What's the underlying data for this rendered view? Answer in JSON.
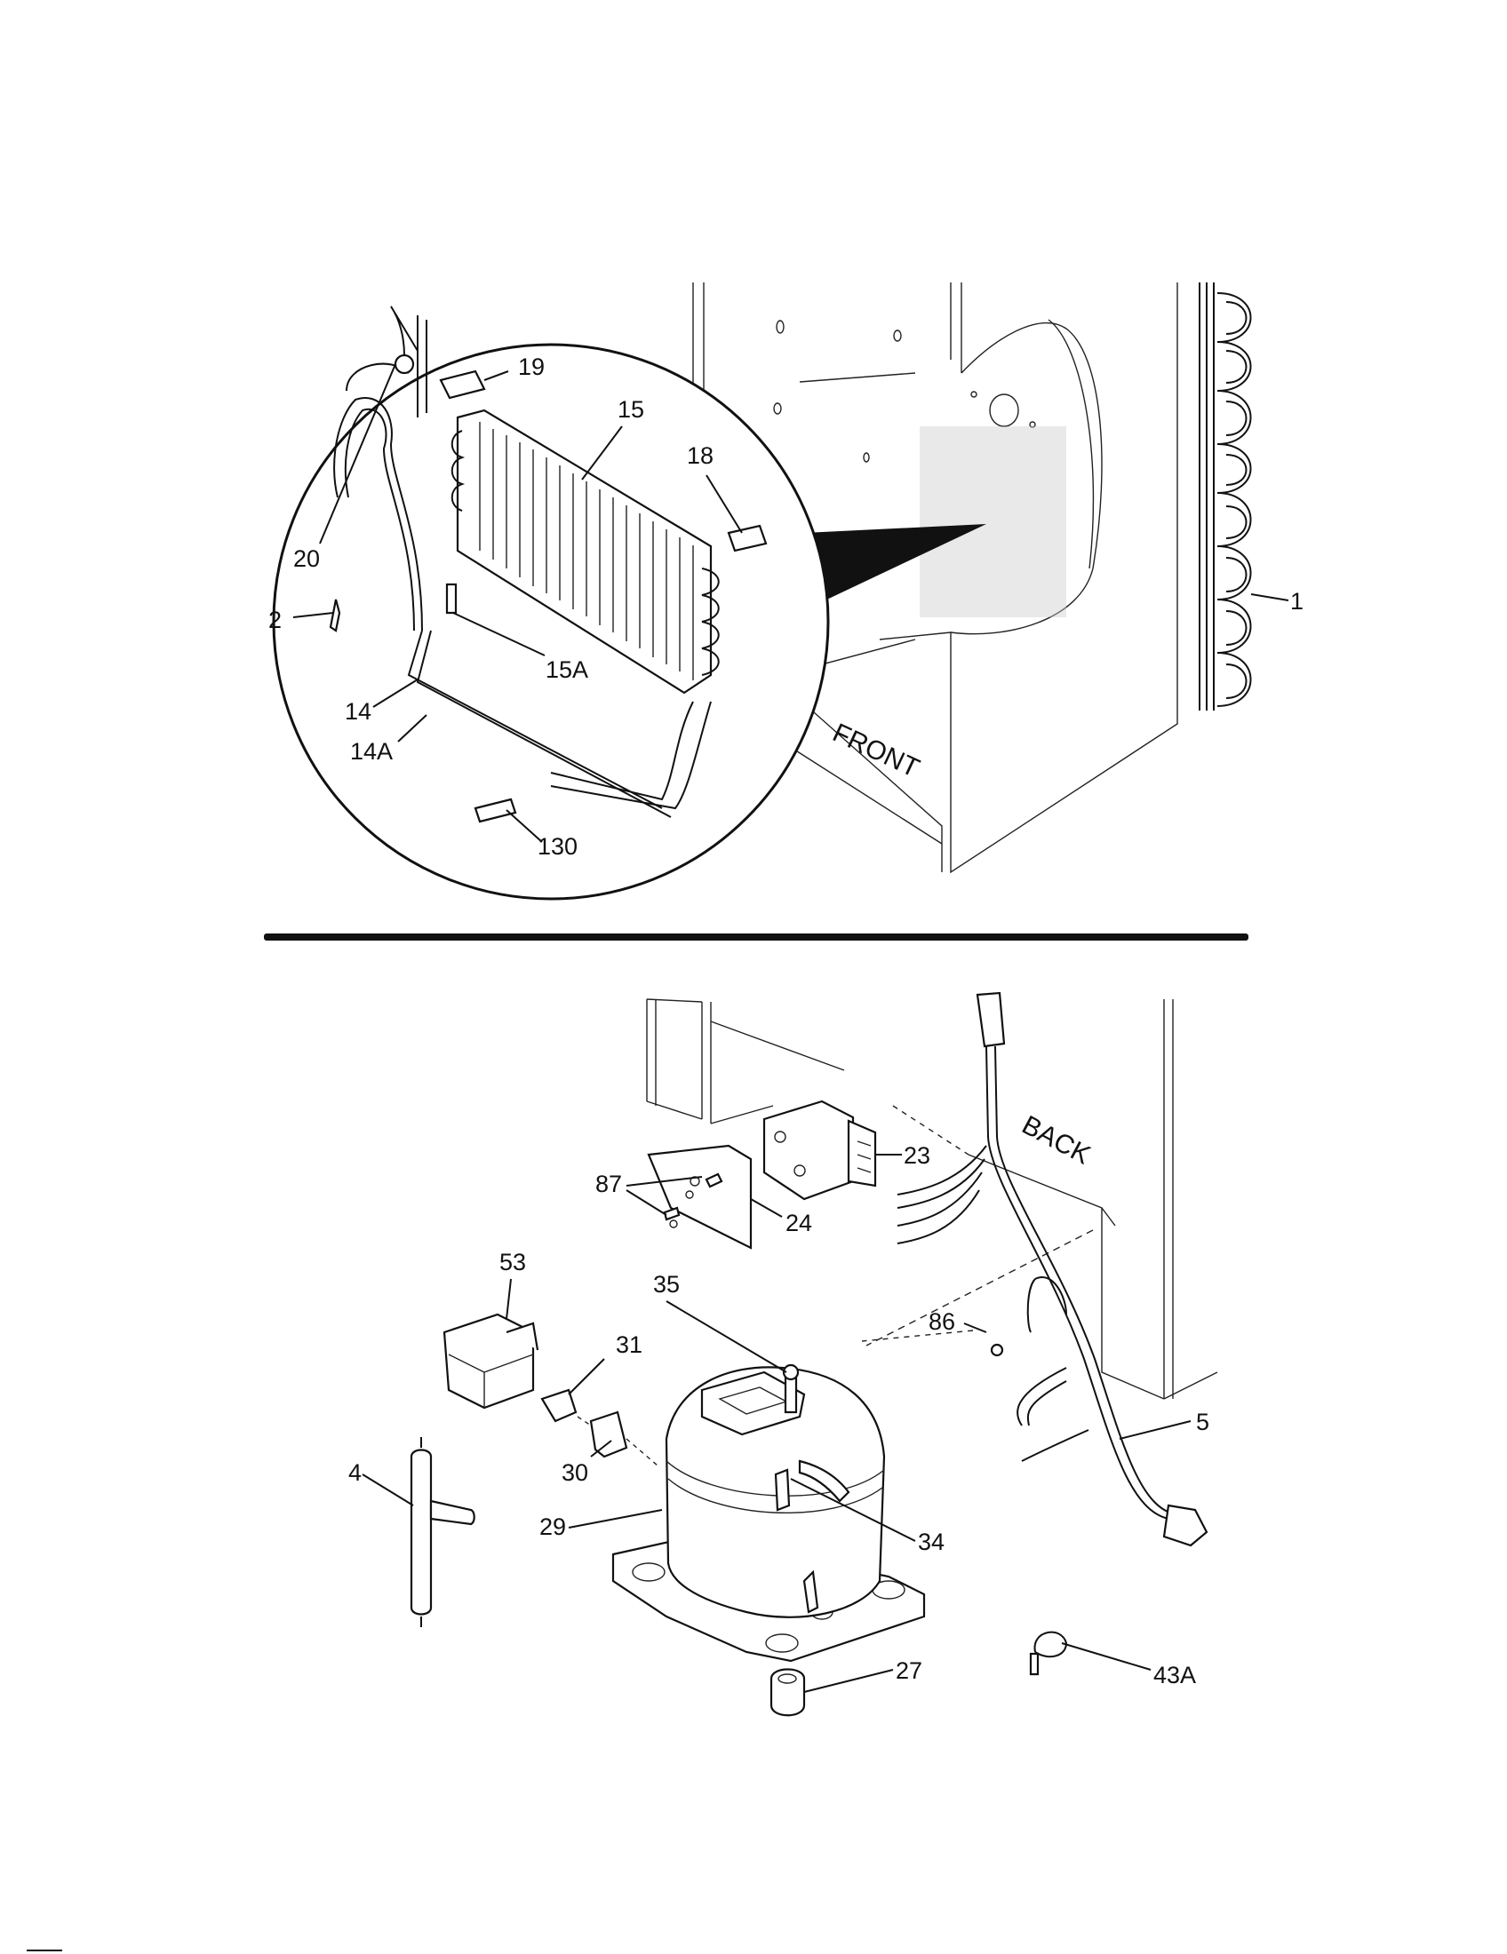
{
  "diagram": {
    "orientation_labels": {
      "front": "FRONT",
      "back": "BACK"
    },
    "callouts_top": [
      {
        "id": "19",
        "label": "19"
      },
      {
        "id": "15",
        "label": "15"
      },
      {
        "id": "18",
        "label": "18"
      },
      {
        "id": "20",
        "label": "20"
      },
      {
        "id": "2",
        "label": "2"
      },
      {
        "id": "15A",
        "label": "15A"
      },
      {
        "id": "14",
        "label": "14"
      },
      {
        "id": "14A",
        "label": "14A"
      },
      {
        "id": "130",
        "label": "130"
      },
      {
        "id": "1",
        "label": "1"
      }
    ],
    "callouts_bottom": [
      {
        "id": "23",
        "label": "23"
      },
      {
        "id": "87",
        "label": "87"
      },
      {
        "id": "24",
        "label": "24"
      },
      {
        "id": "53",
        "label": "53"
      },
      {
        "id": "35",
        "label": "35"
      },
      {
        "id": "31",
        "label": "31"
      },
      {
        "id": "86",
        "label": "86"
      },
      {
        "id": "5",
        "label": "5"
      },
      {
        "id": "4",
        "label": "4"
      },
      {
        "id": "30",
        "label": "30"
      },
      {
        "id": "29",
        "label": "29"
      },
      {
        "id": "34",
        "label": "34"
      },
      {
        "id": "27",
        "label": "27"
      },
      {
        "id": "43A",
        "label": "43A"
      }
    ]
  }
}
